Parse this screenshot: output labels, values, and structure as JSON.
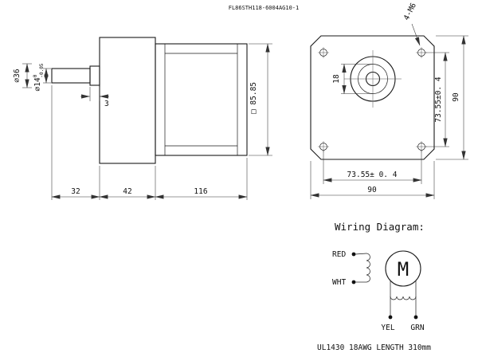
{
  "colors": {
    "ink": "#1a1a1a",
    "bg": "#ffffff"
  },
  "drawing": {
    "part_number": "FL86STH118-6004AG10-1",
    "side_view": {
      "dia_36": "∅36",
      "dia_14": "∅14",
      "tol_upper": "0",
      "tol_lower": "-0.05",
      "dim_3": "3",
      "dim_square": "□ 85.85",
      "dim_32": "32",
      "dim_42": "42",
      "dim_116": "116"
    },
    "front_view": {
      "holes_label": "4-M6",
      "dim_18": "18",
      "right_spacing": "73.55±0. 4",
      "right_size": "90",
      "bottom_spacing": "73.55± 0. 4",
      "bottom_size": "90"
    }
  },
  "wiring": {
    "title": "Wiring Diagram:",
    "lead_red": "RED",
    "lead_wht": "WHT",
    "lead_yel": "YEL",
    "lead_grn": "GRN",
    "motor_symbol": "M",
    "cable_note": "UL1430 18AWG LENGTH 310mm"
  }
}
